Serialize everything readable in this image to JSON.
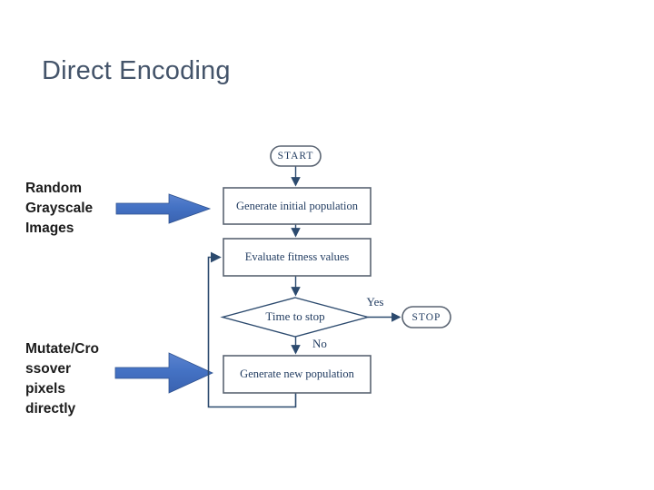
{
  "slide": {
    "title": "Direct Encoding"
  },
  "annotations": {
    "left_top": "Random\nGrayscale\nImages",
    "left_bottom": "Mutate/Cro\nssover\npixels\ndirectly"
  },
  "flowchart": {
    "nodes": {
      "start": "START",
      "generate_initial": "Generate initial population",
      "evaluate": "Evaluate fitness values",
      "decision": "Time to stop",
      "generate_new": "Generate new population",
      "stop": "STOP"
    },
    "edges": {
      "yes_label": "Yes",
      "no_label": "No"
    }
  },
  "colors": {
    "title_text": "#44546A",
    "label_text": "#1c1c1c",
    "node_border": "#5a6472",
    "flow_line": "#2c4a6e",
    "node_text": "#1f3a5f",
    "accent_arrow_blue": "#4472C4",
    "background": "#ffffff"
  }
}
